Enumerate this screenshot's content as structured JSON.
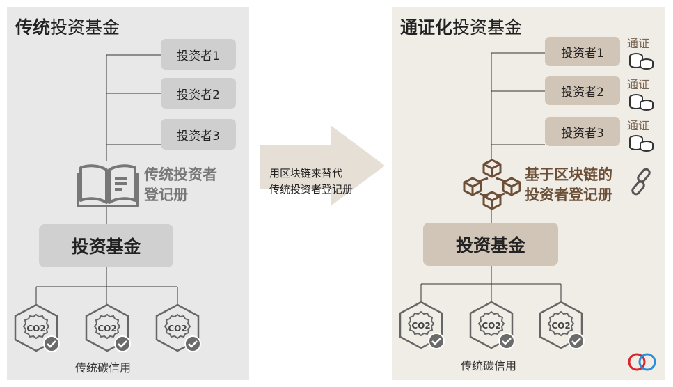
{
  "left": {
    "title_bold": "传统",
    "title_rest": "投资基金",
    "investors": [
      "投资者1",
      "投资者2",
      "投资者3"
    ],
    "registry_line1": "传统投资者",
    "registry_line2": "登记册",
    "fund_label": "投资基金",
    "credit_label": "传统碳信用",
    "credit_icon_text": "CO2"
  },
  "arrow": {
    "line1": "用区块链来替代",
    "line2": "传统投资者登记册"
  },
  "right": {
    "title_bold": "通证化",
    "title_rest": "投资基金",
    "investors": [
      "投资者1",
      "投资者2",
      "投资者3"
    ],
    "token_label": "通证",
    "registry_line1": "基于区块链的",
    "registry_line2": "投资者登记册",
    "fund_label": "投资基金",
    "credit_label": "传统碳信用",
    "credit_icon_text": "CO2"
  },
  "colors": {
    "left_panel": "#e8e8e8",
    "right_panel": "#f0ece6",
    "left_box": "#cfcfcf",
    "right_box": "#d1c5b7",
    "blockchain_brown": "#6b4f36",
    "registry_gray": "#777777",
    "logo_red": "#d7262e",
    "logo_blue": "#2a8fd8"
  }
}
